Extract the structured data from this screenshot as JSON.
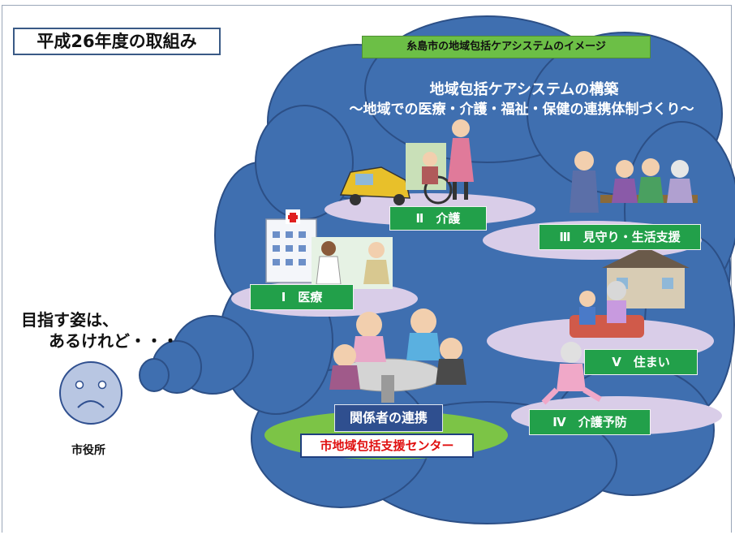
{
  "title": "平成26年度の取組み",
  "header_box": "糸島市の地域包括ケアシステムのイメージ",
  "cloud_title_line1": "地域包括ケアシステムの構築",
  "cloud_title_line2": "～地域での医療・介護・福祉・保健の連携体制づくり～",
  "labels": {
    "kaigo": "Ⅱ　介護",
    "mimamori": "Ⅲ　見守り・生活支援",
    "iryo": "Ⅰ　医療",
    "sumai": "Ⅴ　住まい",
    "yobou": "Ⅳ　介護予防",
    "renkei": "関係者の連携",
    "center": "市地域包括支援センター"
  },
  "side": {
    "goal_line1": "目指す姿は、",
    "goal_line2": "あるけれど・・・",
    "city_hall": "市役所"
  },
  "colors": {
    "cloud": "#3f6fb0",
    "cloud_stroke": "#2c4f86",
    "platform": "#d9cde8",
    "center_platform": "#7cc446",
    "label_green": "#22a04a",
    "label_blue": "#2f4f8f",
    "center_text": "#e01010"
  }
}
